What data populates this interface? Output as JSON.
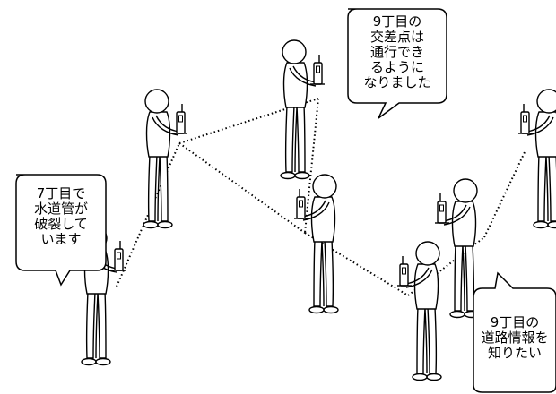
{
  "diagram": {
    "bubbles": [
      {
        "id": "top",
        "lines": [
          "9丁目の",
          "交差点は",
          "通行でき",
          "るように",
          "なりました"
        ]
      },
      {
        "id": "left",
        "lines": [
          "7丁目で",
          "水道管が",
          "破裂して",
          "います"
        ]
      },
      {
        "id": "right",
        "lines": [
          "9丁目の",
          "道路情報を",
          "知りたい"
        ]
      }
    ],
    "people_count": 7,
    "link_style": "dotted"
  }
}
